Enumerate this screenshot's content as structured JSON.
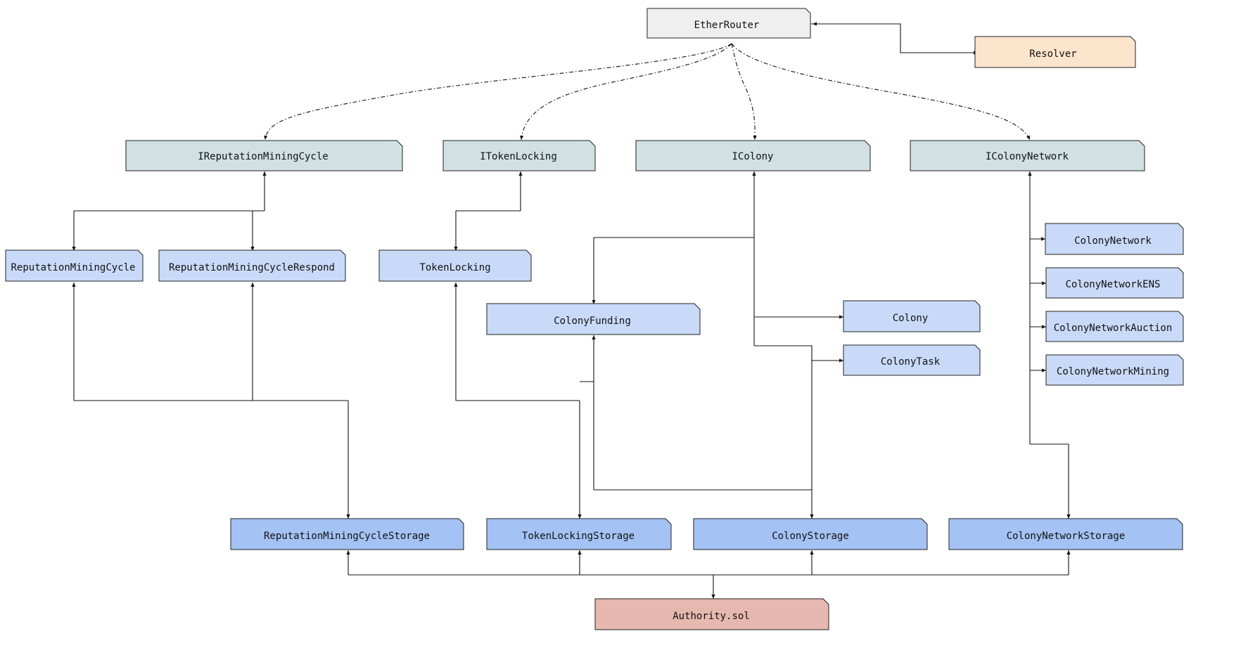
{
  "colors": {
    "router": "#efefef",
    "resolver": "#fce5cd",
    "interface": "#d0e0e3",
    "implementation": "#c9daf8",
    "storage": "#a4c2f4",
    "authority": "#e6b8af"
  },
  "nodes": {
    "ether_router": "EtherRouter",
    "resolver": "Resolver",
    "i_reputation_mining_cycle": "IReputationMiningCycle",
    "i_token_locking": "ITokenLocking",
    "i_colony": "IColony",
    "i_colony_network": "IColonyNetwork",
    "reputation_mining_cycle": "ReputationMiningCycle",
    "reputation_mining_cycle_respond": "ReputationMiningCycleRespond",
    "token_locking": "TokenLocking",
    "colony_funding": "ColonyFunding",
    "colony": "Colony",
    "colony_task": "ColonyTask",
    "colony_network": "ColonyNetwork",
    "colony_network_ens": "ColonyNetworkENS",
    "colony_network_auction": "ColonyNetworkAuction",
    "colony_network_mining": "ColonyNetworkMining",
    "reputation_mining_cycle_storage": "ReputationMiningCycleStorage",
    "token_locking_storage": "TokenLockingStorage",
    "colony_storage": "ColonyStorage",
    "colony_network_storage": "ColonyNetworkStorage",
    "authority": "Authority.sol"
  }
}
